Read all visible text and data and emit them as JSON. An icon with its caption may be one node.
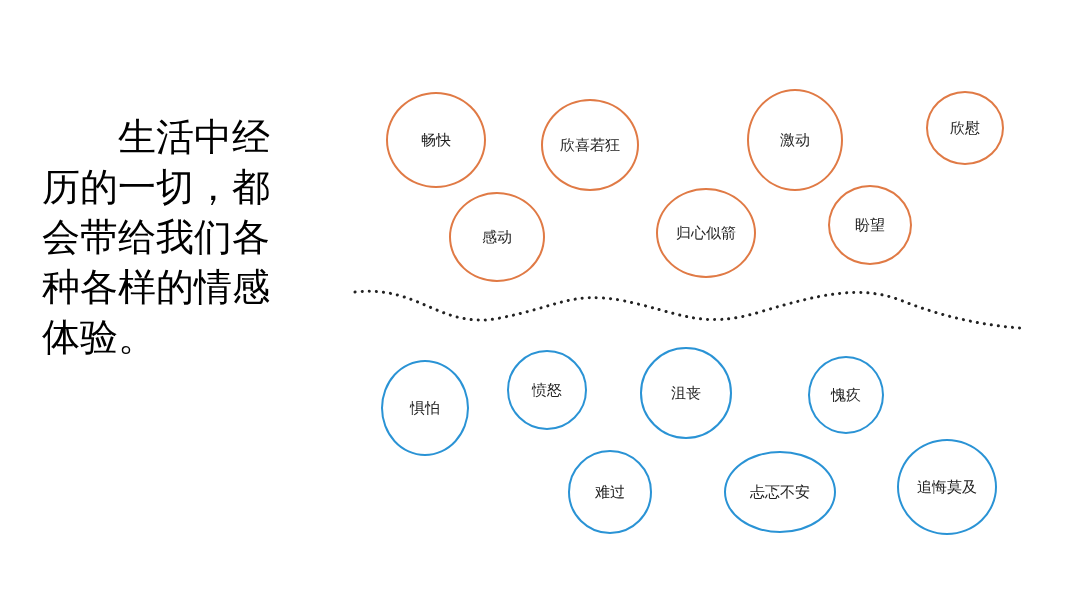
{
  "diagram": {
    "nodes": [
      {
        "text": [
          "畅快"
        ]
      },
      {
        "text": [
          "欣喜若狂"
        ]
      },
      {
        "text": [
          "激动"
        ]
      },
      {
        "text": [
          "欣慰"
        ]
      },
      {
        "text": [
          "感动"
        ]
      },
      {
        "text": [
          "归心似箭"
        ]
      },
      {
        "text": [
          "盼望"
        ]
      },
      {
        "text": [
          "惧怕"
        ]
      },
      {
        "text": [
          "愤怒"
        ]
      },
      {
        "text": [
          "沮丧"
        ]
      },
      {
        "text": [
          "愧疚"
        ]
      },
      {
        "text": [
          "难过"
        ]
      },
      {
        "text": [
          "忐忑不安"
        ]
      },
      {
        "text": [
          "追悔莫及"
        ]
      }
    ],
    "edges": [],
    "labels": [
      "生活中经历的一切，都会带给我们各种各样的情感体验。"
    ]
  }
}
